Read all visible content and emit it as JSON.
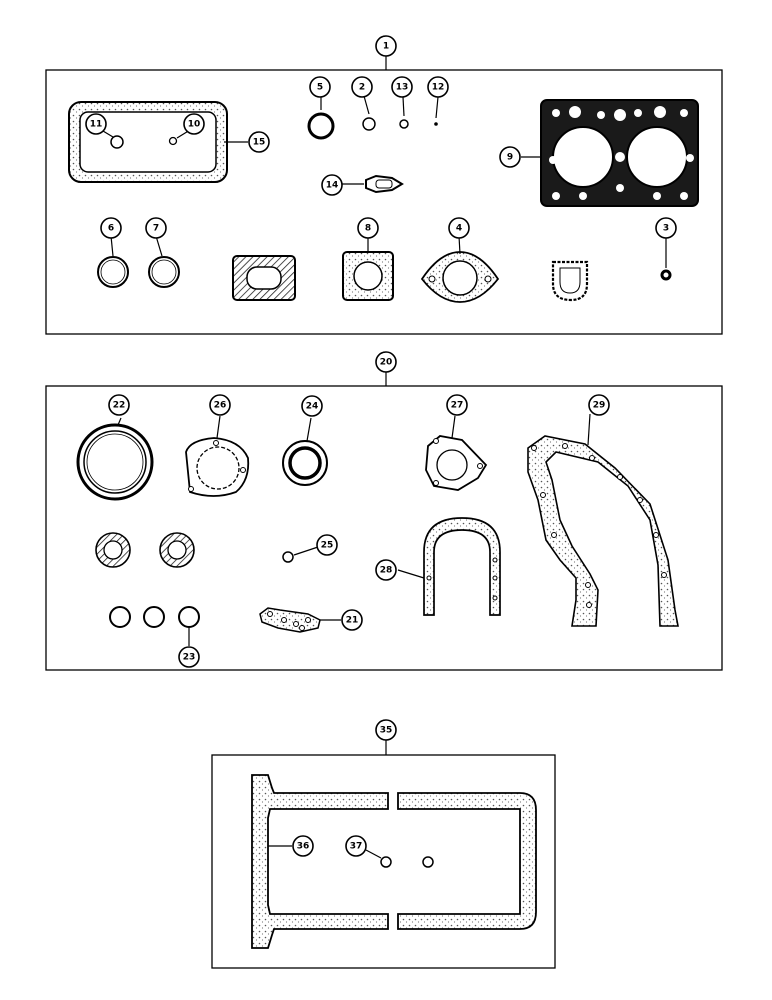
{
  "callouts": [
    {
      "id": "c1",
      "text": "1"
    },
    {
      "id": "c2",
      "text": "2"
    },
    {
      "id": "c3",
      "text": "3"
    },
    {
      "id": "c4",
      "text": "4"
    },
    {
      "id": "c5",
      "text": "5"
    },
    {
      "id": "c6",
      "text": "6"
    },
    {
      "id": "c7",
      "text": "7"
    },
    {
      "id": "c8",
      "text": "8"
    },
    {
      "id": "c9",
      "text": "9"
    },
    {
      "id": "c10",
      "text": "10"
    },
    {
      "id": "c11",
      "text": "11"
    },
    {
      "id": "c12",
      "text": "12"
    },
    {
      "id": "c13",
      "text": "13"
    },
    {
      "id": "c14",
      "text": "14"
    },
    {
      "id": "c15",
      "text": "15"
    },
    {
      "id": "c20",
      "text": "20"
    },
    {
      "id": "c21",
      "text": "21"
    },
    {
      "id": "c22",
      "text": "22"
    },
    {
      "id": "c23",
      "text": "23"
    },
    {
      "id": "c24",
      "text": "24"
    },
    {
      "id": "c25",
      "text": "25"
    },
    {
      "id": "c26",
      "text": "26"
    },
    {
      "id": "c27",
      "text": "27"
    },
    {
      "id": "c28",
      "text": "28"
    },
    {
      "id": "c29",
      "text": "29"
    },
    {
      "id": "c35",
      "text": "35"
    },
    {
      "id": "c36",
      "text": "36"
    },
    {
      "id": "c37",
      "text": "37"
    }
  ]
}
